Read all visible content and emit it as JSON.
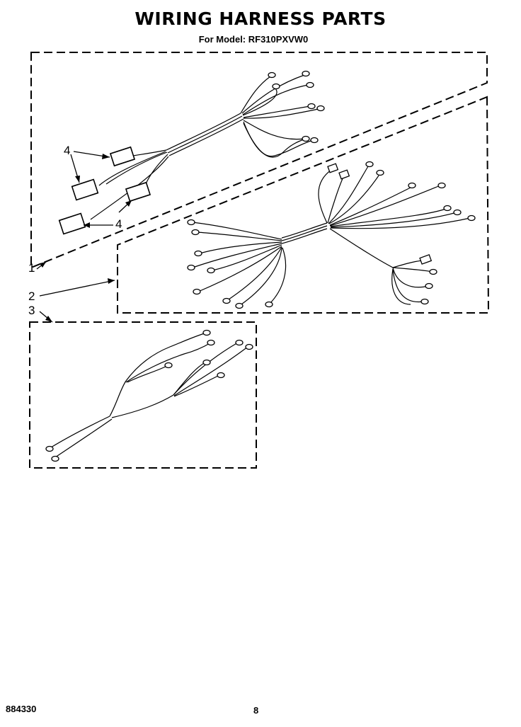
{
  "header": {
    "title": "WIRING HARNESS PARTS",
    "subtitle": "For Model: RF310PXVW0"
  },
  "callouts": {
    "c1": "1",
    "c2": "2",
    "c3": "3",
    "c4a": "4",
    "c4b": "4"
  },
  "footer": {
    "doc_number": "884330",
    "page_number": "8"
  }
}
